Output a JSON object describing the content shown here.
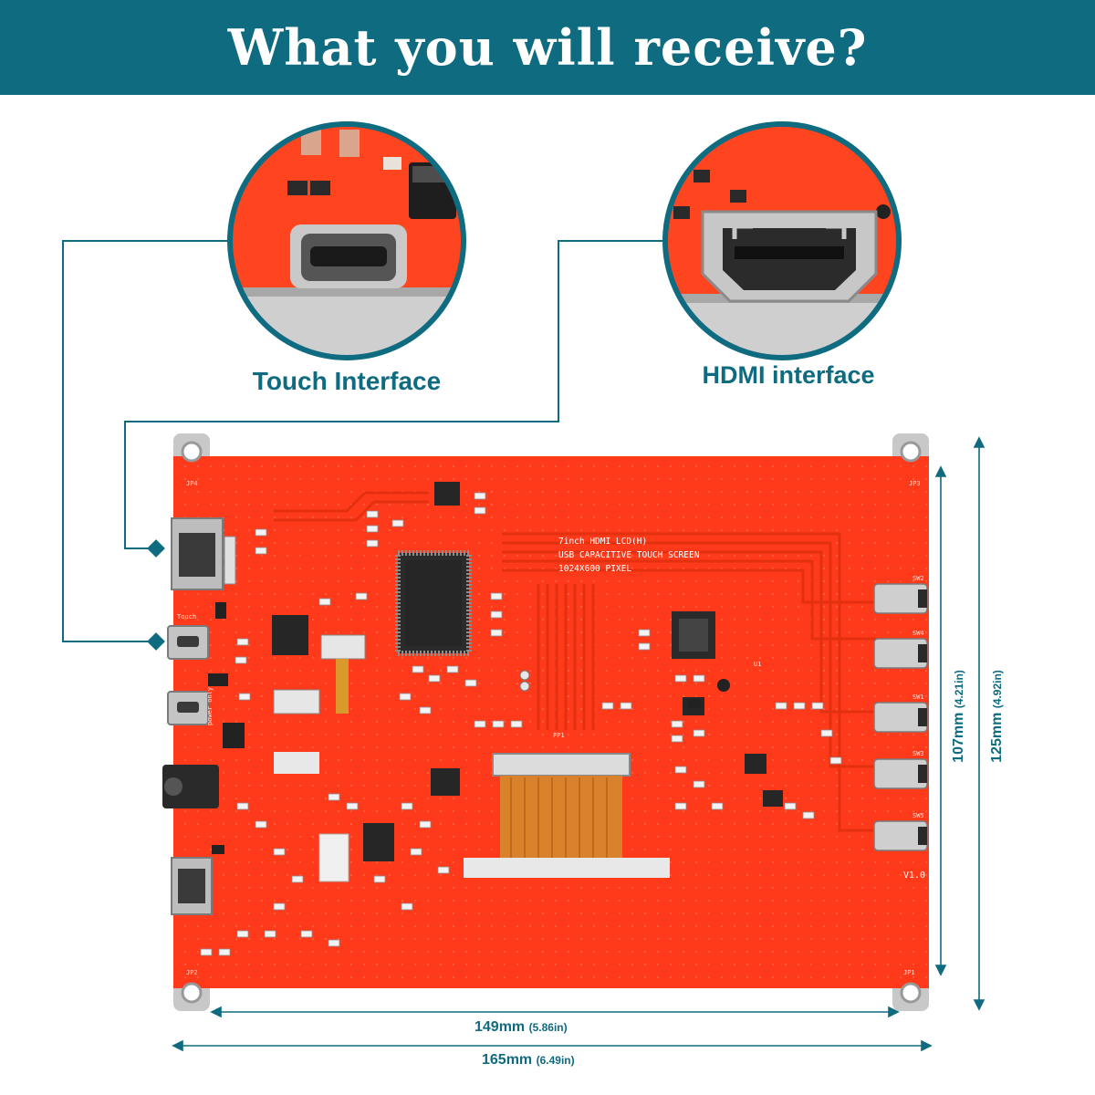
{
  "banner": {
    "title": "What you will receive?"
  },
  "callouts": {
    "touch": {
      "label": "Touch Interface"
    },
    "hdmi": {
      "label": "HDMI interface"
    }
  },
  "board": {
    "silkscreen": [
      "7inch HDMI LCD(H)",
      "USB CAPACITIVE TOUCH SCREEN",
      "1024X600 PIXEL"
    ],
    "version": "V1.0",
    "labels": {
      "jp4": "JP4",
      "jp3": "JP3",
      "jp2": "JP2",
      "jp1": "JP1",
      "touch": "Touch",
      "power": "power only",
      "fp1": "FP1",
      "u1": "U1",
      "sw2": "SW2",
      "sw4": "SW4",
      "sw1": "SW1",
      "sw3": "SW3",
      "sw5": "SW5"
    }
  },
  "dimensions": {
    "width_inner": {
      "mm": "149mm",
      "in": "(5.86in)"
    },
    "width_outer": {
      "mm": "165mm",
      "in": "(6.49in)"
    },
    "height_inner": {
      "mm": "107mm",
      "in": "(4.21in)"
    },
    "height_outer": {
      "mm": "125mm",
      "in": "(4.92in)"
    }
  },
  "colors": {
    "brand": "#0f6b80",
    "pcb": "#ff3a1a",
    "white": "#ffffff"
  }
}
